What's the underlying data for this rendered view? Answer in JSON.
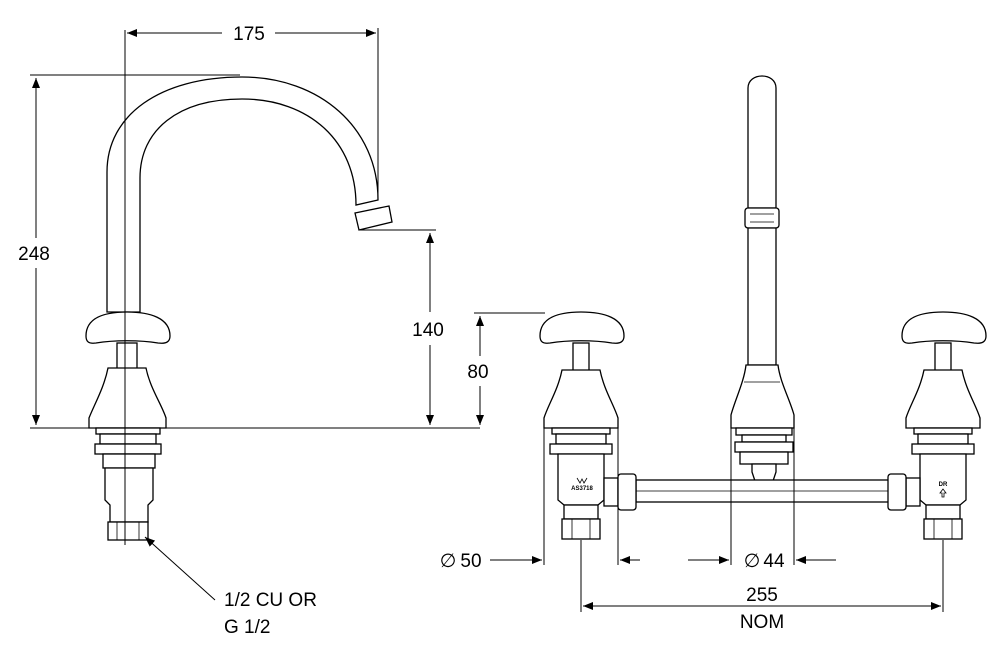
{
  "dimensions": {
    "spout_reach": "175",
    "overall_height": "248",
    "outlet_height": "140",
    "handle_height": "80",
    "tap_diameter_symbol": "∅",
    "tap_diameter": "50",
    "spout_diameter_symbol": "∅",
    "spout_diameter": "44",
    "centres": "255",
    "centres_note": "NOM"
  },
  "connection_note": {
    "line1": "1/2 CU OR",
    "line2": "G 1/2"
  },
  "body_markings": {
    "standard": "AS3718",
    "tap_left": "DR"
  }
}
